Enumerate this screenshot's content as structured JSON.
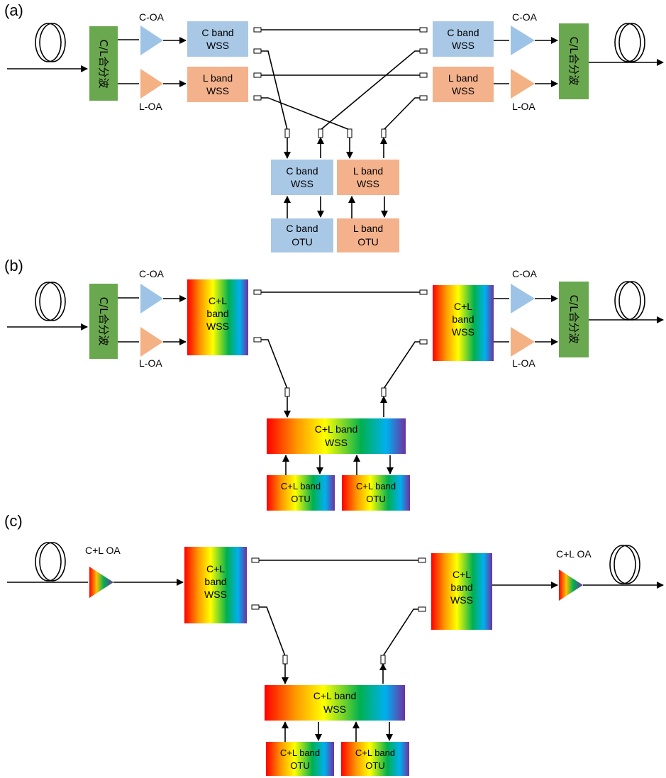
{
  "panels": {
    "a": {
      "label": "(a)",
      "c_oa": "C-OA",
      "l_oa": "L-OA",
      "mux_text": "C/L合分波",
      "c_wss": [
        "C band",
        "WSS"
      ],
      "l_wss": [
        "L band",
        "WSS"
      ],
      "c_otu": [
        "C band",
        "OTU"
      ],
      "l_otu": [
        "L band",
        "OTU"
      ]
    },
    "b": {
      "label": "(b)",
      "c_oa": "C-OA",
      "l_oa": "L-OA",
      "mux_text": "C/L合分波",
      "cl_wss": [
        "C+L",
        "band",
        "WSS"
      ],
      "cl_add_drop_wss": [
        "C+L band",
        "WSS"
      ],
      "cl_otu": [
        "C+L band",
        "OTU"
      ]
    },
    "c": {
      "label": "(c)",
      "cl_oa": "C+L OA",
      "cl_wss": [
        "C+L",
        "band",
        "WSS"
      ],
      "cl_add_drop_wss": [
        "C+L band",
        "WSS"
      ],
      "cl_otu": [
        "C+L band",
        "OTU"
      ]
    }
  },
  "colors": {
    "c_band": "#a8c8e6",
    "l_band": "#f4b28c",
    "mux_green": "#6aa84f",
    "oa_blue": "#9dc3e6",
    "oa_orange": "#f4b183",
    "rainbow": [
      "#ff0000",
      "#ff8c00",
      "#ffff00",
      "#00b050",
      "#00b0f0",
      "#7030a0"
    ]
  }
}
